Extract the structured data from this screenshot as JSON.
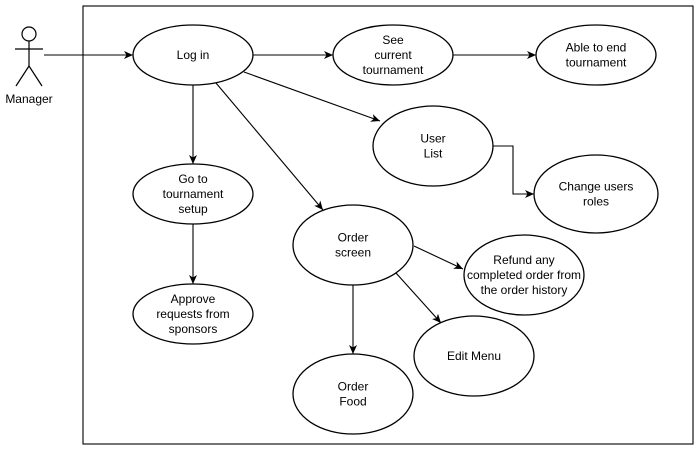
{
  "diagram": {
    "actor": {
      "label": "Manager"
    },
    "nodes": [
      {
        "id": "login",
        "lines": [
          "Log in"
        ]
      },
      {
        "id": "see",
        "lines": [
          "See",
          "current",
          "tournament"
        ]
      },
      {
        "id": "end",
        "lines": [
          "Able to end",
          "tournament"
        ]
      },
      {
        "id": "userlist",
        "lines": [
          "User",
          "List"
        ]
      },
      {
        "id": "roles",
        "lines": [
          "Change users",
          "roles"
        ]
      },
      {
        "id": "setup",
        "lines": [
          "Go to",
          "tournament",
          "setup"
        ]
      },
      {
        "id": "order",
        "lines": [
          "Order",
          "screen"
        ]
      },
      {
        "id": "refund",
        "lines": [
          "Refund any",
          "completed order from",
          "the order history"
        ]
      },
      {
        "id": "approve",
        "lines": [
          "Approve",
          "requests from",
          "sponsors"
        ]
      },
      {
        "id": "editmenu",
        "lines": [
          "Edit Menu"
        ]
      },
      {
        "id": "food",
        "lines": [
          "Order",
          "Food"
        ]
      }
    ],
    "edges": [
      {
        "from": "actor",
        "to": "login"
      },
      {
        "from": "login",
        "to": "see"
      },
      {
        "from": "see",
        "to": "end"
      },
      {
        "from": "login",
        "to": "userlist"
      },
      {
        "from": "userlist",
        "to": "roles"
      },
      {
        "from": "login",
        "to": "setup"
      },
      {
        "from": "login",
        "to": "order"
      },
      {
        "from": "setup",
        "to": "approve"
      },
      {
        "from": "order",
        "to": "refund"
      },
      {
        "from": "order",
        "to": "editmenu"
      },
      {
        "from": "order",
        "to": "food"
      }
    ]
  }
}
